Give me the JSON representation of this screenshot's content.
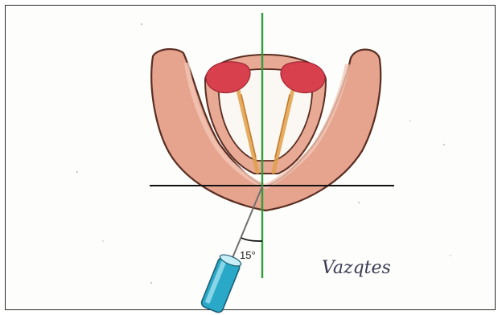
{
  "figure": {
    "angle_label": "15°",
    "signature": "Vazqtes",
    "colors": {
      "cartilage_fill": "#e6a48f",
      "cartilage_outline": "#5a2e22",
      "arytenoid_fill": "#d9404e",
      "vocal_cord": "#e2a14a",
      "midline_axis": "#2e9e3a",
      "horizontal_axis": "#111111",
      "needle_barrel": "#2aa8c8"
    },
    "angle_degrees": 15
  }
}
